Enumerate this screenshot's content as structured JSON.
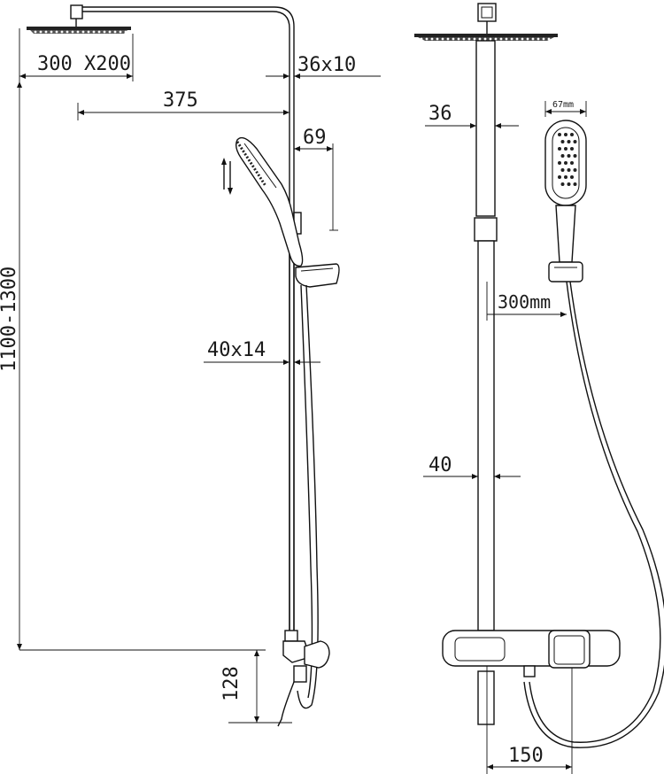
{
  "dimensions": {
    "head_size": "300 X200",
    "arm_reach": "375",
    "pipe_top": "36x10",
    "holder_offset": "69",
    "pipe_lower": "40x14",
    "total_height": "1100-1300",
    "outlet_height": "128",
    "front_pipe_top": "36",
    "hand_width": "67mm",
    "holder_range": "300mm",
    "front_pipe_lower": "40",
    "valve_spacing": "150"
  }
}
